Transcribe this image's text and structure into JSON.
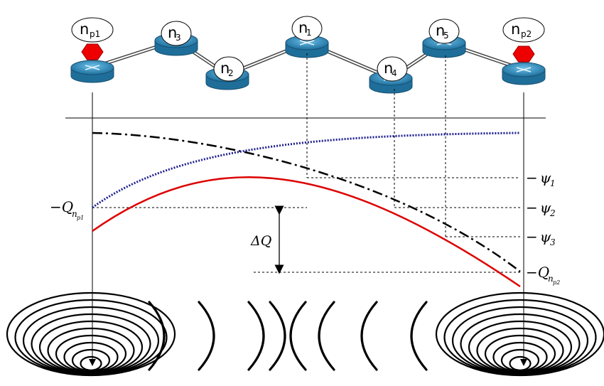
{
  "nodes": [
    {
      "id": "np1",
      "base": "n",
      "sub": "p1",
      "pin": true
    },
    {
      "id": "n3",
      "base": "n",
      "sub": "3",
      "pin": false
    },
    {
      "id": "n2",
      "base": "n",
      "sub": "2",
      "pin": false
    },
    {
      "id": "n1",
      "base": "n",
      "sub": "1",
      "pin": false
    },
    {
      "id": "n4",
      "base": "n",
      "sub": "4",
      "pin": false
    },
    {
      "id": "n5",
      "base": "n",
      "sub": "5",
      "pin": false
    },
    {
      "id": "np2",
      "base": "n",
      "sub": "p2",
      "pin": true
    }
  ],
  "labels": {
    "psi1": {
      "minus": "−",
      "sym": "ψ",
      "sub": "1"
    },
    "psi2": {
      "minus": "−",
      "sym": "ψ",
      "sub": "2"
    },
    "psi3": {
      "minus": "−",
      "sym": "ψ",
      "sub": "3"
    },
    "q_np1": {
      "minus": "−",
      "sym": "Q",
      "sub": "n",
      "subsub": "p1"
    },
    "q_np2": {
      "minus": "−",
      "sym": "Q",
      "sub": "n",
      "subsub": "p2"
    },
    "delta_q": {
      "sym": "ΔQ"
    }
  },
  "colors": {
    "router_fill": "#2f86b6",
    "router_top": "#5fb0dc",
    "pin": "#ee0000",
    "solid_curve": "#dd0000",
    "dotted_curve": "#1f1f8f",
    "dashdot_curve": "#000000"
  }
}
